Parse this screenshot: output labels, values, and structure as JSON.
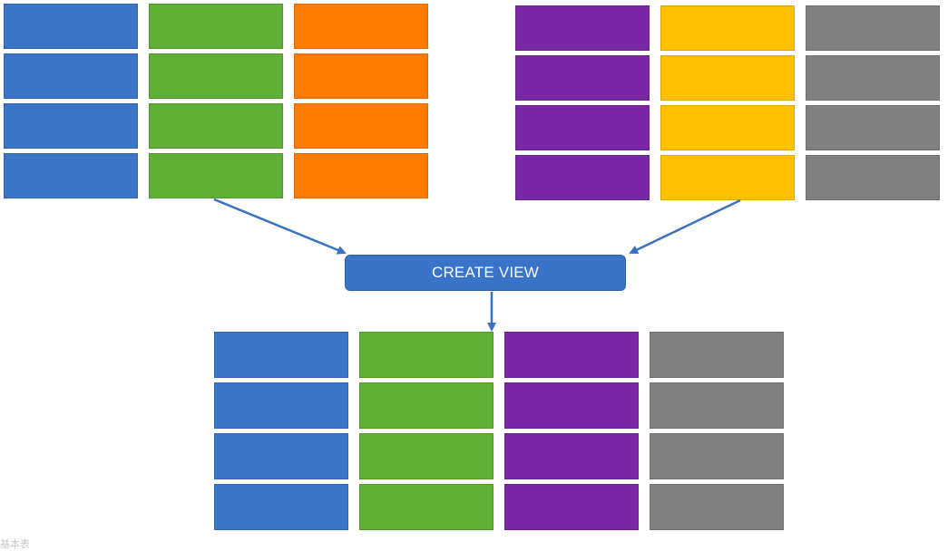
{
  "colors": {
    "blue": "#3a75c8",
    "green": "#5fae35",
    "orange": "#ff7a00",
    "purple": "#7a27a5",
    "yellow": "#ffc000",
    "gray": "#808080",
    "arrow": "#3a72c2",
    "button": "#3a74c8"
  },
  "diagram": {
    "button_label": "CREATE VIEW",
    "footer_text": "基本表"
  },
  "source_table_left": {
    "columns": [
      {
        "name": "blue-column",
        "color": "blue",
        "rows": 4
      },
      {
        "name": "green-column",
        "color": "green",
        "rows": 4
      },
      {
        "name": "orange-column",
        "color": "orange",
        "rows": 4
      }
    ]
  },
  "source_table_right": {
    "columns": [
      {
        "name": "purple-column",
        "color": "purple",
        "rows": 4
      },
      {
        "name": "yellow-column",
        "color": "yellow",
        "rows": 4
      },
      {
        "name": "gray-column",
        "color": "gray",
        "rows": 4
      }
    ]
  },
  "result_view": {
    "columns": [
      {
        "name": "blue-column",
        "color": "blue",
        "rows": 4
      },
      {
        "name": "green-column",
        "color": "green",
        "rows": 4
      },
      {
        "name": "purple-column",
        "color": "purple",
        "rows": 4
      },
      {
        "name": "gray-column",
        "color": "gray",
        "rows": 4
      }
    ]
  }
}
